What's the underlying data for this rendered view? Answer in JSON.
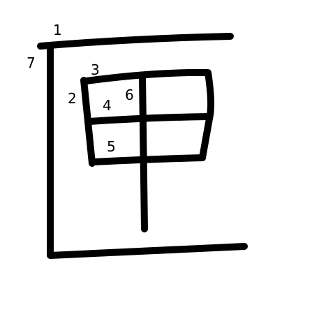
{
  "character": "匣",
  "stroke_color": "#000000",
  "background_color": "#ffffff",
  "stroke_numbers": [
    "1",
    "2",
    "3",
    "4",
    "5",
    "6",
    "7"
  ]
}
